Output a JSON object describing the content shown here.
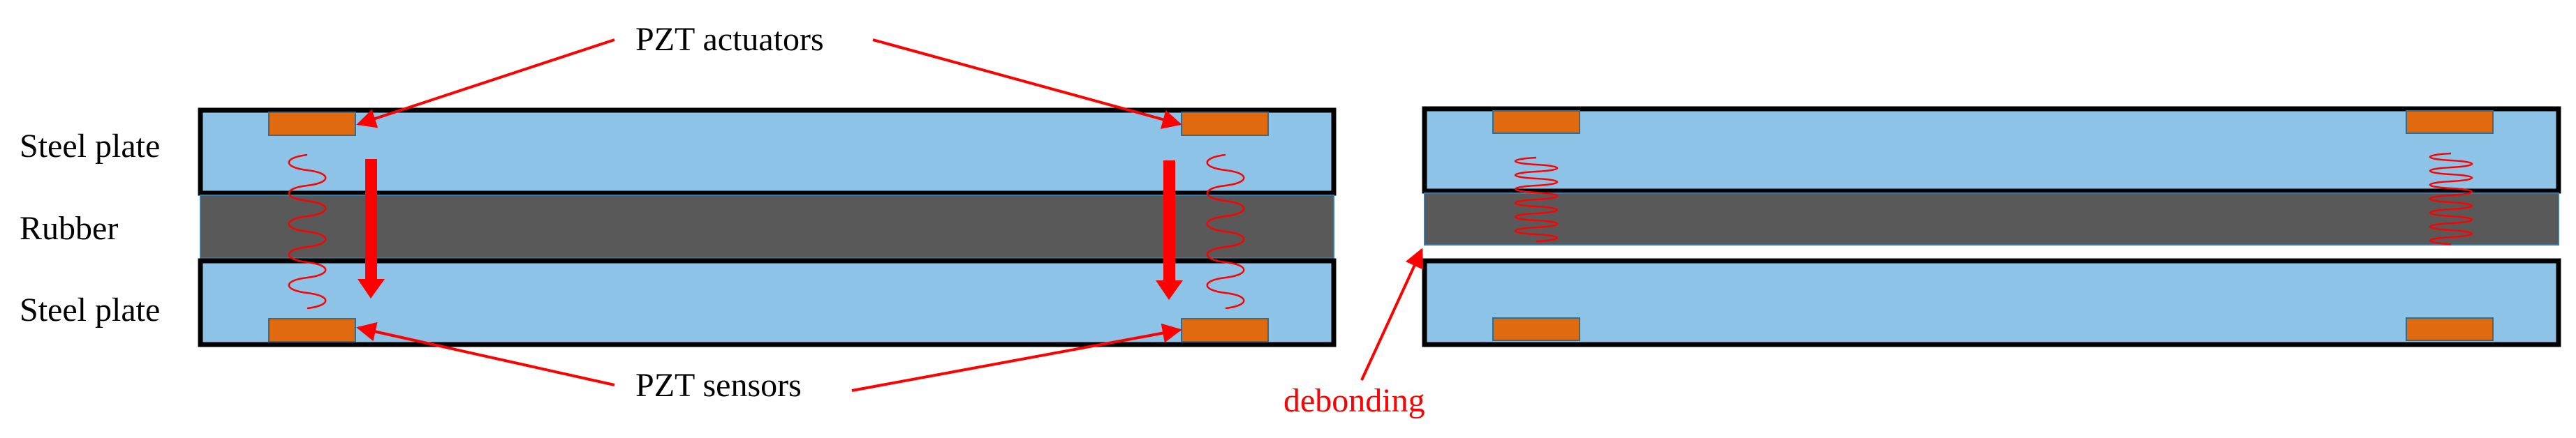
{
  "labels": {
    "steel_plate_top": "Steel plate",
    "rubber": "Rubber",
    "steel_plate_bottom": "Steel plate",
    "pzt_actuators": "PZT actuators",
    "pzt_sensors": "PZT sensors",
    "debonding": "debonding"
  },
  "colors": {
    "steel": "#8dc3e6",
    "rubber": "#595959",
    "pzt": "#e06a10",
    "outline": "#000000",
    "annotation": "#ff0000"
  }
}
